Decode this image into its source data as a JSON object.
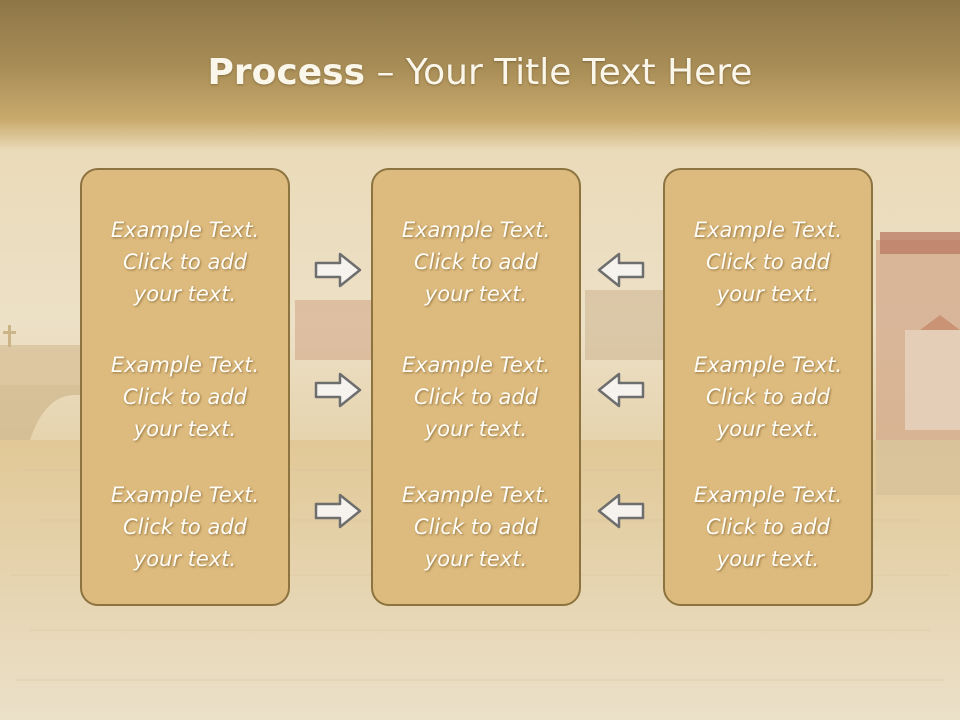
{
  "slide": {
    "title_bold": "Process",
    "title_rest": " – Your Title Text Here"
  },
  "columns": [
    {
      "items": [
        "Example Text.\nClick  to add\nyour text.",
        "Example Text.\nClick  to add\nyour text.",
        "Example Text.\nClick  to add\nyour text."
      ]
    },
    {
      "items": [
        "Example Text.\nClick  to add\nyour text.",
        "Example Text.\nClick  to add\nyour text.",
        "Example Text.\nClick  to add\nyour text."
      ]
    },
    {
      "items": [
        "Example Text.\nClick  to add\nyour text.",
        "Example Text.\nClick  to add\nyour text.",
        "Example Text.\nClick  to add\nyour text."
      ]
    }
  ],
  "icons": {
    "left_arrows": "arrow-right-icon",
    "right_arrows": "arrow-left-icon"
  },
  "colors": {
    "box_fill": "#ddbb7e",
    "box_border": "#8d7340",
    "title_bar": "#a88d57"
  }
}
